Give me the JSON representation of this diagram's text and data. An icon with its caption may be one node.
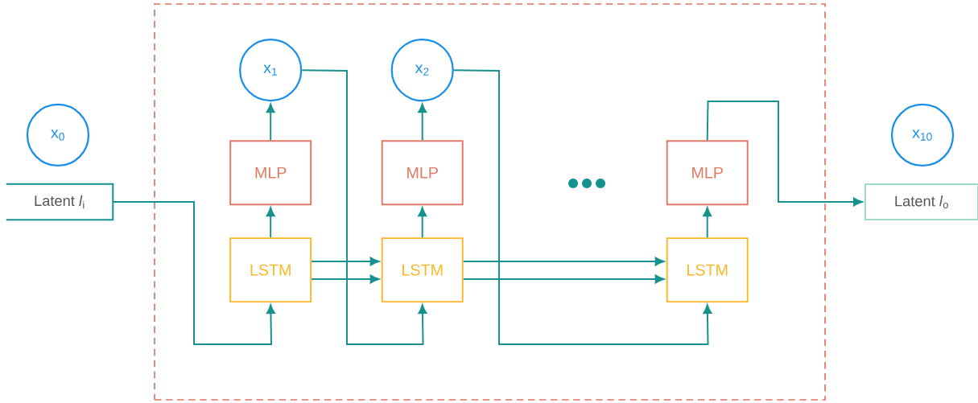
{
  "diagram": {
    "nodes": [
      {
        "text": [],
        "shape": "box"
      },
      {
        "text": [
          "x$_{0}$"
        ]
      },
      {
        "text": [
          "Latent *l*$_{i}$"
        ]
      },
      {
        "text": [
          "x$_{1}$"
        ],
        "in": 0
      },
      {
        "text": [
          "MLP"
        ],
        "in": 0
      },
      {
        "text": [
          "LSTM"
        ],
        "in": 0
      },
      {
        "text": [
          "x$_{2}$"
        ],
        "in": 0
      },
      {
        "text": [
          "MLP"
        ],
        "in": 0
      },
      {
        "text": [
          "LSTM"
        ],
        "in": 0
      },
      {
        "text": [
          "MLP"
        ],
        "in": 0
      },
      {
        "text": [
          "LSTM"
        ],
        "in": 0
      },
      {
        "text": [
          "x$_{10}$"
        ]
      },
      {
        "text": [
          "Latent *l*$_{o}$"
        ]
      }
    ],
    "edges": [
      {
        "from": 2,
        "to": 5,
        "arrow": "to"
      },
      {
        "from": 5,
        "to": 4,
        "arrow": "to"
      },
      {
        "from": 4,
        "to": 3,
        "arrow": "to"
      },
      {
        "from": 3,
        "to": 8,
        "arrow": "to"
      },
      {
        "from": 5,
        "to": 8,
        "arrow": "to"
      },
      {
        "from": 5,
        "to": 8,
        "arrow": "to"
      },
      {
        "from": 8,
        "to": 7,
        "arrow": "to"
      },
      {
        "from": 7,
        "to": 6,
        "arrow": "to"
      },
      {
        "from": 6,
        "to": 10,
        "arrow": "to"
      },
      {
        "from": 8,
        "to": 10,
        "arrow": "to"
      },
      {
        "from": 8,
        "to": 10,
        "arrow": "to"
      },
      {
        "from": 10,
        "to": 9,
        "arrow": "to"
      },
      {
        "from": 9,
        "to": 12,
        "arrow": "to"
      }
    ]
  }
}
